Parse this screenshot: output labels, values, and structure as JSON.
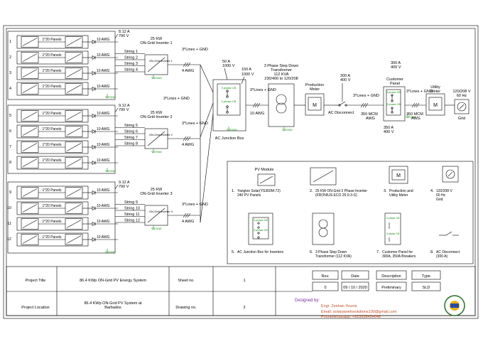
{
  "strings": [
    {
      "rows": [
        {
          "num": "1",
          "panels": "1*20 Panels",
          "awg": "10 AWG"
        },
        {
          "num": "2",
          "panels": "1*20 Panels",
          "awg": "10 AWG"
        },
        {
          "num": "3",
          "panels": "1*20 Panels",
          "awg": "10 AWG"
        },
        {
          "num": "4",
          "panels": "1*20 Panels",
          "awg": "10 AWG"
        }
      ],
      "current": "8.12 A",
      "voltage": "790 V",
      "inverter": "25 KW",
      "inverter_sub": "ON-Grid Inverter 1",
      "string_labels": [
        "String 1",
        "String 2",
        "String 3",
        "String 4"
      ],
      "lines": "3*Lines + GND",
      "out_awg": "4 AWG",
      "gnd": "GND"
    },
    {
      "rows": [
        {
          "num": "5",
          "panels": "1*20 Panels",
          "awg": "10 AWG"
        },
        {
          "num": "6",
          "panels": "1*20 Panels",
          "awg": "10 AWG"
        },
        {
          "num": "7",
          "panels": "1*20 Panels",
          "awg": "10 AWG"
        },
        {
          "num": "8",
          "panels": "1*20 Panels",
          "awg": "10 AWG"
        }
      ],
      "current": "9.12 A",
      "voltage": "790 V",
      "inverter": "25 KW",
      "inverter_sub": "ON-Grid Inverter 2",
      "string_labels": [
        "String 5",
        "String 6",
        "String 7",
        "String 8"
      ],
      "lines": "3*Lines + GND",
      "out_awg": "4 AWG",
      "gnd": "GND"
    },
    {
      "rows": [
        {
          "num": "9",
          "panels": "1*20 Panels",
          "awg": "10 AWG"
        },
        {
          "num": "10",
          "panels": "1*20 Panels",
          "awg": "10 AWG"
        },
        {
          "num": "11",
          "panels": "1*20 Panels",
          "awg": "10 AWG"
        },
        {
          "num": "12",
          "panels": "1*20 Panels",
          "awg": "10 AWG"
        }
      ],
      "current": "9.12 A",
      "voltage": "790 V",
      "inverter": "25 KW",
      "inverter_sub": "ON-Grid Inverter 3",
      "string_labels": [
        "String 9",
        "String 10",
        "String 11",
        "String 12"
      ],
      "lines": "3*Lines + GND",
      "out_awg": "4 AWG",
      "gnd": "GND"
    }
  ],
  "junction": {
    "label": "AC Junction Box",
    "breaker_a": "50 A",
    "breaker_a_v": "1000 V",
    "breaker_b": "150 A",
    "breaker_b_v": "1000 V",
    "inner_top": "3 phase CB",
    "inner_mid": "3 phase CB",
    "out_lines": "3*Lines + GND",
    "out_awg": "10 AWG",
    "gnd": "GND",
    "in_lines": "3*Lines + GND"
  },
  "transformer": {
    "title1": "3 Phase Step Down",
    "title2": "Transformer",
    "kva": "112 KVA",
    "ratio": "230/400 to 120/208",
    "gnd": "GND"
  },
  "production_meter": {
    "label1": "Production",
    "label2": "Meter",
    "symbol": "M"
  },
  "disconnect": {
    "label": "AC Disconnect",
    "rating": "300 A",
    "rating_v": "400 V"
  },
  "wire1": {
    "lines": "3*Lines + GND",
    "mcm": "350 MCM",
    "awg": "AWG"
  },
  "customer_panel": {
    "label1": "Customer",
    "label2": "Panel",
    "top": "300 A",
    "top_v": "400 V",
    "bottom": "350 A",
    "bottom_v": "400 V",
    "inner_top": "3 phase CB",
    "inner_bot": "3 phase CB",
    "gnd": "GND"
  },
  "wire2": {
    "lines": "3*Lines + GND",
    "mcm": "350 MCM",
    "awg": "AWG"
  },
  "utility_meter": {
    "label1": "Utility",
    "label2": "Meter",
    "symbol": "M"
  },
  "grid": {
    "voltage": "120/208 V",
    "freq": "60 Hz",
    "label": "Grid"
  },
  "legend": {
    "pv_title": "PV Module",
    "items": [
      {
        "num": "1.",
        "text": "Yangtze Solar(YS360M-72)",
        "text2": "240 PV Panels"
      },
      {
        "num": "2.",
        "text": "25 KW ON-Grid 3 Phase Inverter",
        "text2": "(FRONIUS ECO 25.0-3-S)"
      },
      {
        "num": "3.",
        "text": "Production and",
        "text2": "Utility Meter"
      },
      {
        "num": "4.",
        "text": "120/208 V",
        "text2": "60 Hz",
        "text3": "Grid"
      },
      {
        "num": "5.",
        "text": "AC Junction Box for Inverters"
      },
      {
        "num": "6.",
        "text": "3 Phase Step Down",
        "text2": "Transformer (112 KVA)"
      },
      {
        "num": "7.",
        "text": "Customer Panel for",
        "text2": "300A, 350A Breakers"
      },
      {
        "num": "8.",
        "text": "AC Disconnect",
        "text2": "(300 A)"
      }
    ],
    "meter_symbol": "M",
    "cb_label": "3 phase CB"
  },
  "title_block": {
    "project_title_label": "Project Title",
    "project_title": "86.4 KWp ON-Grid PV Energy System",
    "sheet_label": "Sheet no.",
    "sheet_value": "1",
    "project_location_label": "Project Location",
    "project_location_1": "86.4 KWp ON-Grid PV System at",
    "project_location_2": "Barbados",
    "drawing_label": "Drawing no.",
    "drawing_value": "2",
    "rev_header": "Rev.",
    "date_header": "Date",
    "desc_header": "Description",
    "type_header": "Type",
    "rev_value": "0",
    "date_value": "09 / 10 / 2020",
    "desc_value": "Preliminary",
    "type_value": "SLD",
    "designed_by": "Designed by:",
    "designer": "Engr. Zeshan Younis",
    "email": "Email: solarpanelssolutions100@gmail.com",
    "phone": "Phone/whatsapp: +923336434048"
  },
  "colors": {
    "line": "#000000",
    "green": "#1a8a1a",
    "orange": "#c0502a",
    "purple": "#7a2a9a"
  }
}
